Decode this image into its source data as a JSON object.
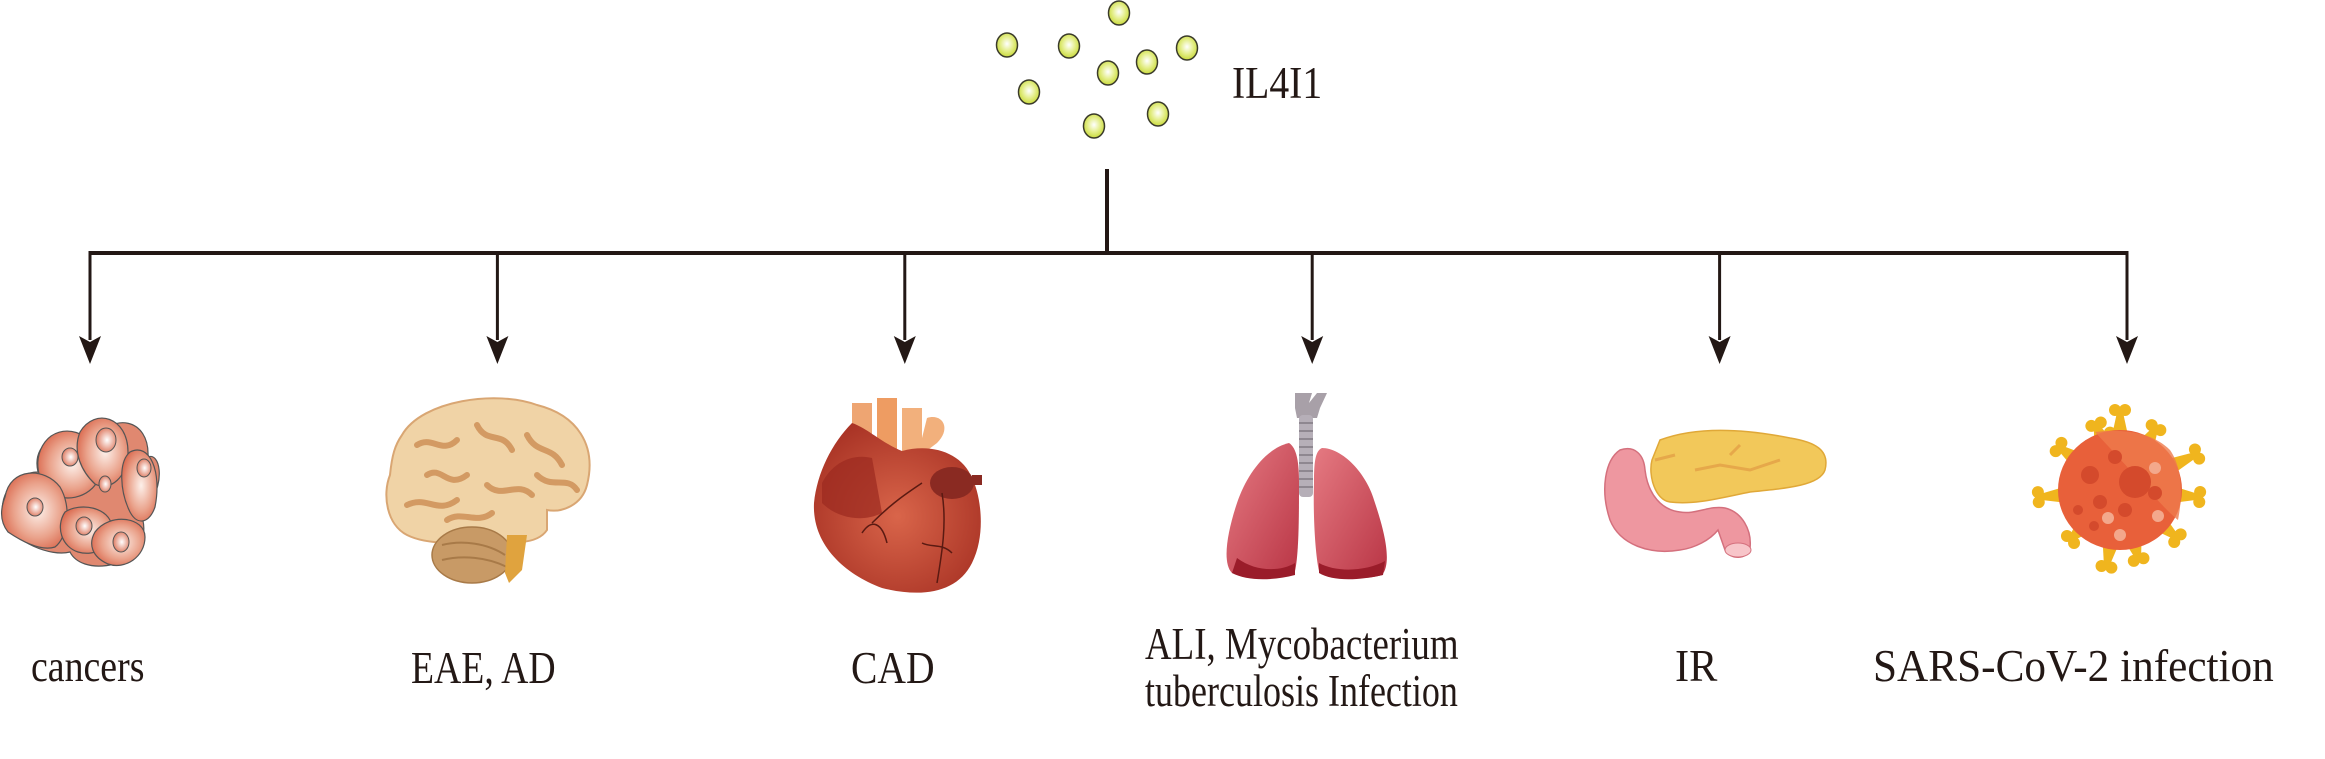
{
  "diagram": {
    "source": {
      "label": "IL4I1",
      "molecule_count": 9,
      "molecule_color": "#d6e45a"
    },
    "connector_color": "#231815",
    "targets": [
      {
        "id": "cancers",
        "label": "cancers",
        "icon": "cancer-cells-icon"
      },
      {
        "id": "eae-ad",
        "label": "EAE, AD",
        "icon": "brain-icon"
      },
      {
        "id": "cad",
        "label": "CAD",
        "icon": "heart-icon"
      },
      {
        "id": "ali-tb",
        "label_lines": [
          "ALI, Mycobacterium",
          "tuberculosis Infection"
        ],
        "icon": "lungs-icon"
      },
      {
        "id": "ir",
        "label": "IR",
        "icon": "pancreas-icon"
      },
      {
        "id": "sars",
        "label": "SARS-CoV-2 infection",
        "icon": "virus-icon"
      }
    ]
  }
}
